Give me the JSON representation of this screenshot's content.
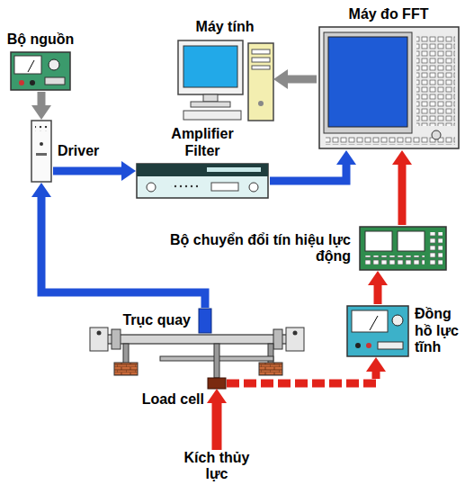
{
  "diagram": {
    "nodes": [
      {
        "text": [
          "Máy tính"
        ]
      },
      {
        "text": [
          "Máy đo FFT"
        ]
      },
      {
        "text": [
          "Bộ nguồn"
        ]
      },
      {
        "text": [
          "Driver"
        ]
      },
      {
        "text": [
          "Amplifier Filter"
        ]
      },
      {
        "text": [
          "Bộ chuyển đổi tín hiệu lực động"
        ]
      },
      {
        "text": [
          "Trục quay"
        ]
      },
      {
        "text": [
          "Đồng hồ lực tĩnh"
        ]
      },
      {
        "text": [
          "Load cell"
        ]
      },
      {
        "text": [
          "Kích thủy lực"
        ]
      }
    ],
    "edges": [
      {
        "from": 1,
        "to": 0,
        "arrow": "to"
      },
      {
        "from": 2,
        "to": 3,
        "arrow": "to"
      },
      {
        "from": 3,
        "to": 4,
        "arrow": "to"
      },
      {
        "from": 4,
        "to": 1,
        "arrow": "to"
      },
      {
        "from": 6,
        "to": 3,
        "arrow": "to"
      },
      {
        "from": 8,
        "to": 7,
        "arrow": "to"
      },
      {
        "from": 7,
        "to": 5,
        "arrow": "to"
      },
      {
        "from": 5,
        "to": 1,
        "arrow": "to"
      },
      {
        "from": 9,
        "to": 8,
        "arrow": "to"
      }
    ]
  }
}
